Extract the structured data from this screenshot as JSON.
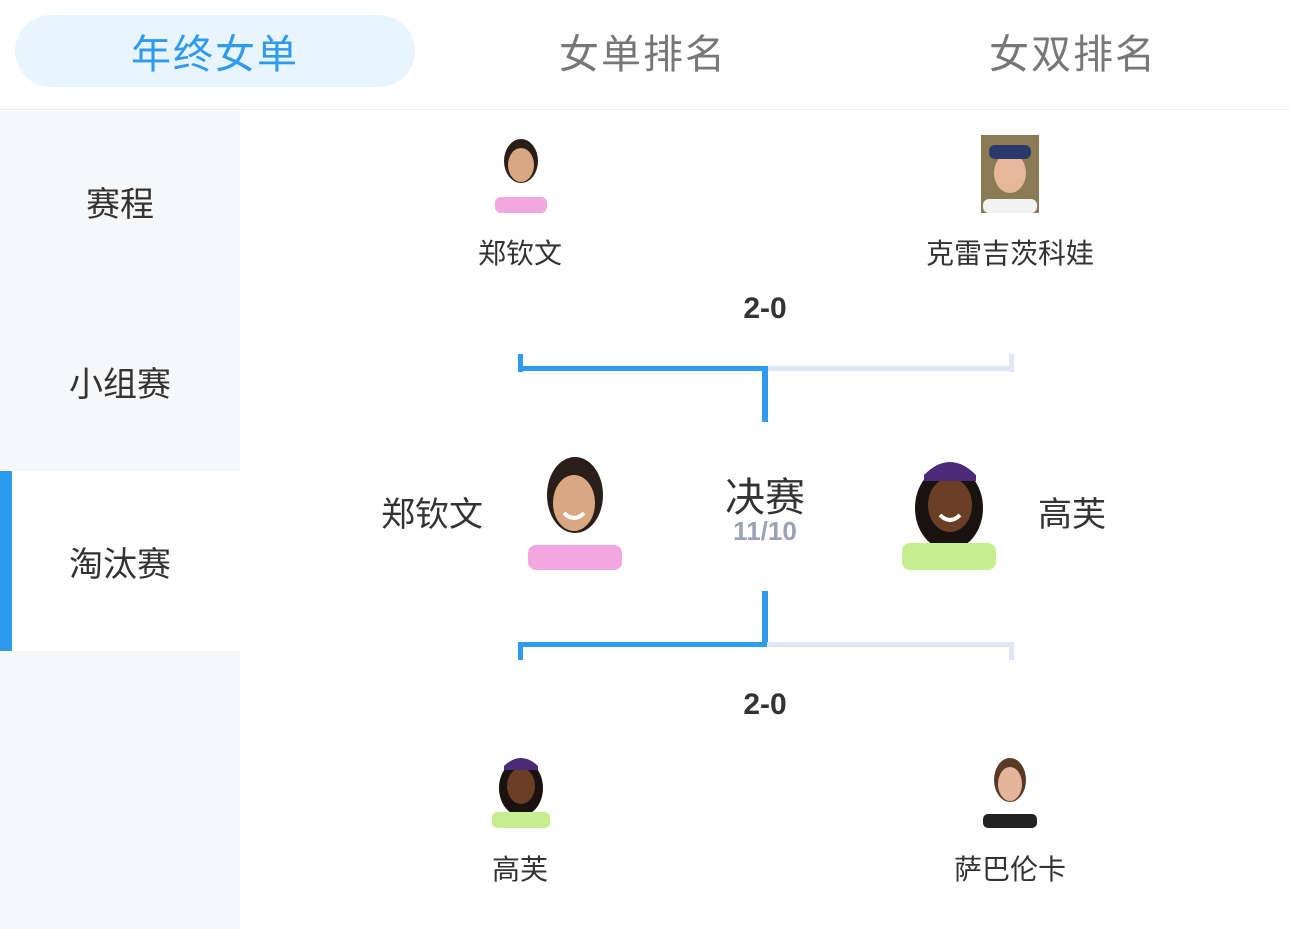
{
  "tabs": [
    {
      "label": "年终女单",
      "active": true
    },
    {
      "label": "女单排名",
      "active": false
    },
    {
      "label": "女双排名",
      "active": false
    }
  ],
  "sidebar": {
    "items": [
      {
        "label": "赛程",
        "active": false
      },
      {
        "label": "小组赛",
        "active": false
      },
      {
        "label": "淘汰赛",
        "active": true
      }
    ]
  },
  "bracket": {
    "semi_top": {
      "left": "郑钦文",
      "right": "克雷吉茨科娃",
      "score": "2-0",
      "winner": "left"
    },
    "final": {
      "title": "决赛",
      "date": "11/10",
      "left": "郑钦文",
      "right": "高芙"
    },
    "semi_bottom": {
      "left": "高芙",
      "right": "萨巴伦卡",
      "score": "2-0",
      "winner": "left"
    }
  },
  "colors": {
    "accent": "#2e9bf0",
    "loser_line": "#dfe7f7",
    "sidebar_bg": "#f6f7f9",
    "active_tab_bg": "#e8f4fe"
  }
}
